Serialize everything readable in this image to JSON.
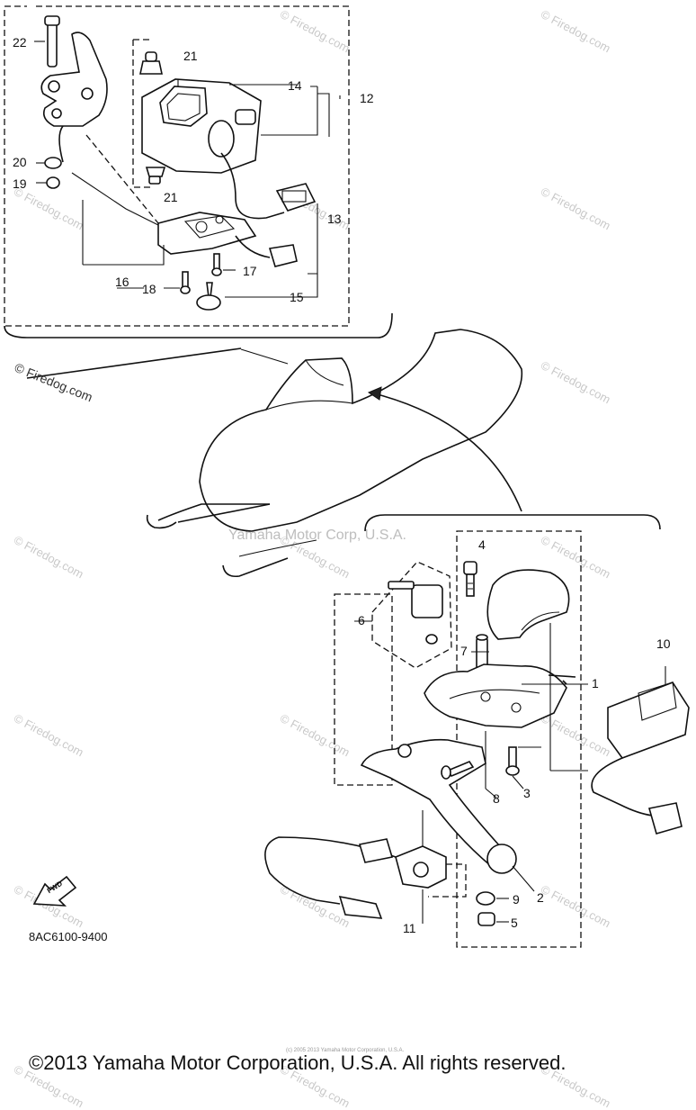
{
  "diagram": {
    "callouts": {
      "p1": "1",
      "p2": "2",
      "p3": "3",
      "p4": "4",
      "p5": "5",
      "p6": "6",
      "p7": "7",
      "p8": "8",
      "p9": "9",
      "p10": "10",
      "p11": "11",
      "p12": "12",
      "p13": "13",
      "p14": "14",
      "p15": "15",
      "p16": "16",
      "p17": "17",
      "p18": "18",
      "p19": "19",
      "p20": "20",
      "p21a": "21",
      "p21b": "21",
      "p22": "22"
    },
    "part_code": "8AC6100-9400",
    "fwd_label": "FWD",
    "source_mark": "© Firedog.com",
    "center_watermark": "Yamaha Motor Corp, U.S.A.",
    "watermark": "© Firedog.com",
    "copyright": "©2013 Yamaha Motor Corporation, U.S.A. All rights reserved.",
    "fine_print": "(c) 2005 2013 Yamaha Motor Corporation, U.S.A."
  }
}
